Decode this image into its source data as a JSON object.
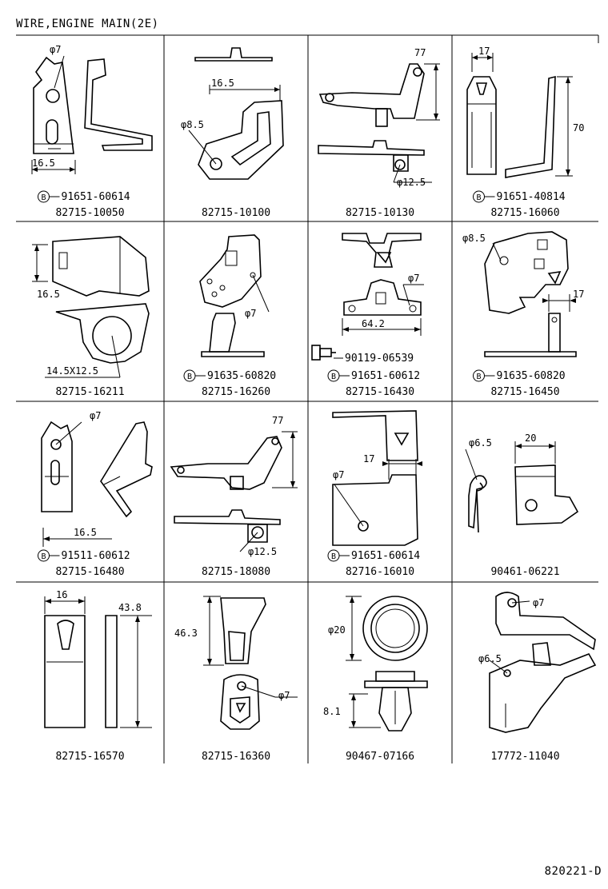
{
  "title": "WIRE,ENGINE MAIN(2E)",
  "diagram_code": "820221-D",
  "cells": [
    {
      "part": "82715-10050",
      "sub": "91651-60614",
      "sub_icon": "bolt-marker-icon",
      "dims": [
        "φ7",
        "16.5"
      ]
    },
    {
      "part": "82715-10100",
      "sub": "",
      "dims": [
        "16.5",
        "φ8.5"
      ]
    },
    {
      "part": "82715-10130",
      "sub": "",
      "dims": [
        "77",
        "φ12.5"
      ]
    },
    {
      "part": "82715-16060",
      "sub": "91651-40814",
      "sub_icon": "bolt-marker-icon",
      "dims": [
        "17",
        "70"
      ]
    },
    {
      "part": "82715-16211",
      "sub": "",
      "dims": [
        "16.5",
        "14.5X12.5"
      ]
    },
    {
      "part": "82715-16260",
      "sub": "91635-60820",
      "sub_icon": "bolt-marker-icon",
      "dims": [
        "φ7"
      ]
    },
    {
      "part": "82715-16430",
      "sub": "91651-60612",
      "sub_icon": "bolt-marker-icon",
      "extra": "90119-06539",
      "extra_icon": "screw-icon",
      "dims": [
        "φ7",
        "64.2"
      ]
    },
    {
      "part": "82715-16450",
      "sub": "91635-60820",
      "sub_icon": "bolt-marker-icon",
      "dims": [
        "φ8.5",
        "17"
      ]
    },
    {
      "part": "82715-16480",
      "sub": "91511-60612",
      "sub_icon": "bolt-marker-icon",
      "dims": [
        "φ7",
        "16.5"
      ]
    },
    {
      "part": "82715-18080",
      "sub": "",
      "dims": [
        "77",
        "φ12.5"
      ]
    },
    {
      "part": "82716-16010",
      "sub": "91651-60614",
      "sub_icon": "bolt-marker-icon",
      "dims": [
        "17",
        "φ7"
      ]
    },
    {
      "part": "90461-06221",
      "sub": "",
      "dims": [
        "φ6.5",
        "20"
      ]
    },
    {
      "part": "82715-16570",
      "sub": "",
      "dims": [
        "16",
        "43.8"
      ]
    },
    {
      "part": "82715-16360",
      "sub": "",
      "dims": [
        "46.3",
        "φ7"
      ]
    },
    {
      "part": "90467-07166",
      "sub": "",
      "dims": [
        "φ20",
        "8.1"
      ]
    },
    {
      "part": "17772-11040",
      "sub": "",
      "dims": [
        "φ7",
        "φ6.5"
      ]
    }
  ]
}
